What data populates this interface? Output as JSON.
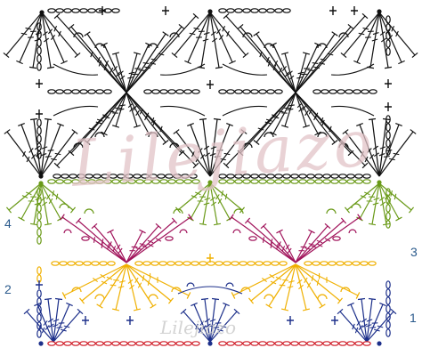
{
  "diagram": {
    "row_labels": [
      {
        "text": "1",
        "color": "#2a5a8c"
      },
      {
        "text": "2",
        "color": "#2a5a8c"
      },
      {
        "text": "3",
        "color": "#2a5a8c"
      },
      {
        "text": "4",
        "color": "#2a5a8c"
      }
    ],
    "watermark_text": "Lilejiazo",
    "bottom_watermark_text": "Lilejiazo",
    "colors": {
      "row1": "#1c2f8a",
      "row1_base": "#d01f2a",
      "row2": "#f0b000",
      "row3": "#a0125a",
      "row4": "#6a9a18",
      "upper": "#111111",
      "watermark": "#e2c4c8"
    },
    "symbols": [
      "chain",
      "slip-stitch",
      "single-crochet",
      "double-crochet",
      "treble-crochet",
      "picot"
    ]
  }
}
